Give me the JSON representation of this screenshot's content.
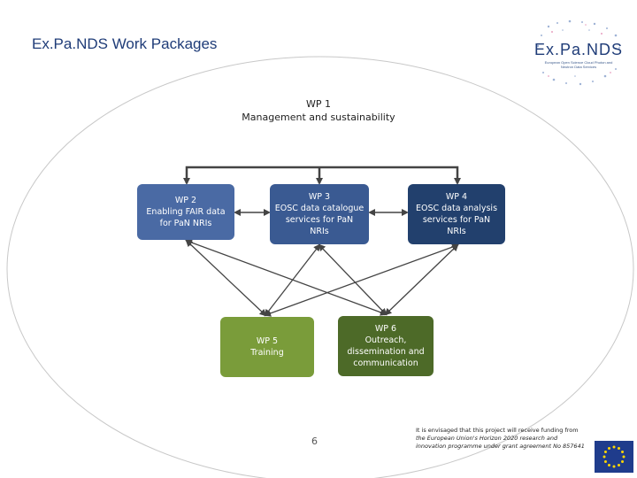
{
  "header": {
    "title": "Ex.Pa.NDS Work Packages"
  },
  "logo": {
    "text": "Ex.Pa.NDS",
    "tagline": "European Open Science Cloud Photon and Neutron Data Services"
  },
  "diagram": {
    "wp1": {
      "label": "WP 1",
      "subtitle": "Management  and sustainability"
    },
    "wp2": {
      "label": "WP 2",
      "lines": [
        "Enabling FAIR data",
        "for PaN NRIs"
      ]
    },
    "wp3": {
      "label": "WP 3",
      "lines": [
        "EOSC data catalogue",
        "services for PaN",
        "NRIs"
      ]
    },
    "wp4": {
      "label": "WP 4",
      "lines": [
        "EOSC data analysis",
        "services for PaN",
        "NRIs"
      ]
    },
    "wp5": {
      "label": "WP 5",
      "lines": [
        "Training"
      ]
    },
    "wp6": {
      "label": "WP 6",
      "lines": [
        "Outreach,",
        "dissemination and",
        "communication"
      ]
    }
  },
  "footer": {
    "page_number": "6",
    "funding_lines": [
      "It is envisaged that this project will receive funding from",
      "the European Union's Horizon 2020 research and",
      "innovation programme under grant agreement No 857641"
    ]
  },
  "colors": {
    "title": "#1f3c78",
    "wp2": "#4a6aa4",
    "wp3": "#3a5a92",
    "wp4": "#22406d",
    "wp5": "#7a9c3a",
    "wp6": "#4d6a28",
    "eu_blue": "#1f3c8c",
    "eu_stars": "#ffd700"
  }
}
